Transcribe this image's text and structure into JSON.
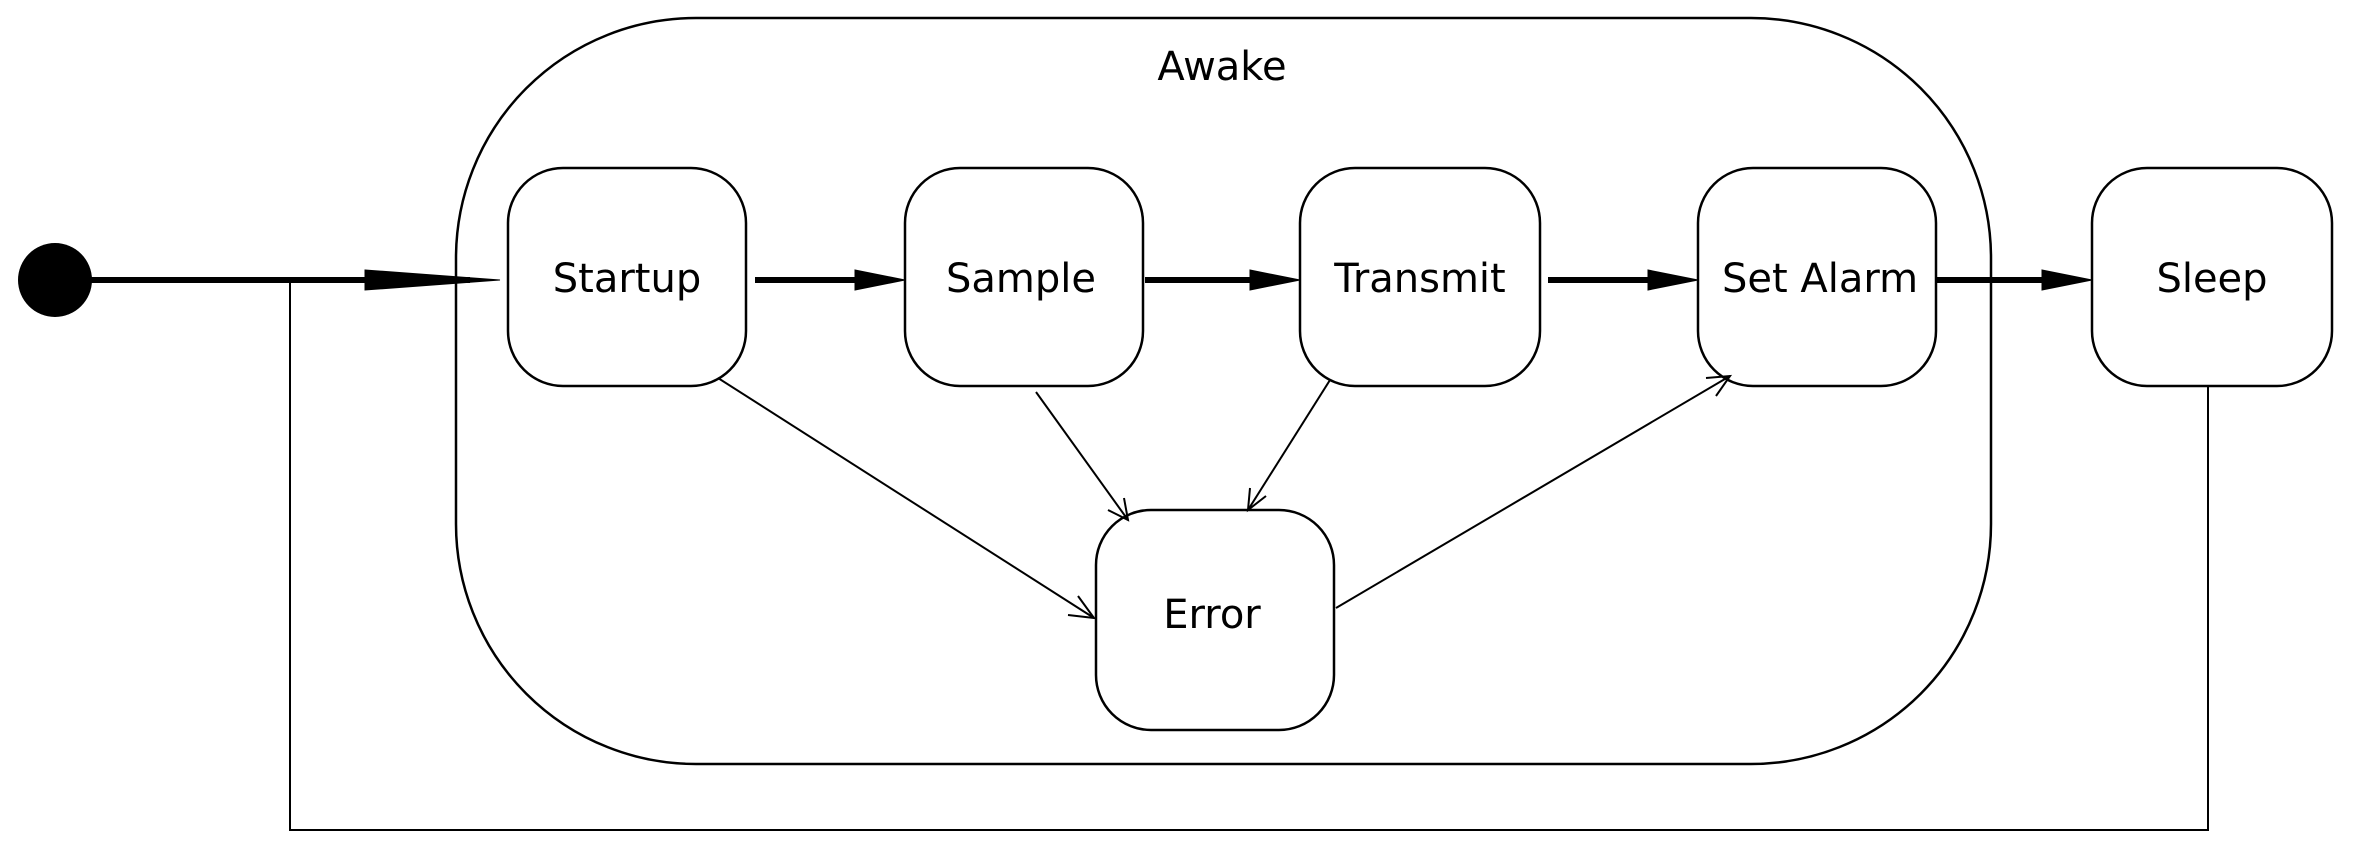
{
  "diagram": {
    "composite_label": "Awake",
    "states": {
      "startup": "Startup",
      "sample": "Sample",
      "transmit": "Transmit",
      "set_alarm": "Set Alarm",
      "error": "Error",
      "sleep": "Sleep"
    },
    "transitions": [
      {
        "from": "initial",
        "to": "Awake"
      },
      {
        "from": "Startup",
        "to": "Sample"
      },
      {
        "from": "Sample",
        "to": "Transmit"
      },
      {
        "from": "Transmit",
        "to": "Set Alarm"
      },
      {
        "from": "Set Alarm",
        "to": "Sleep"
      },
      {
        "from": "Startup",
        "to": "Error"
      },
      {
        "from": "Sample",
        "to": "Error"
      },
      {
        "from": "Transmit",
        "to": "Error"
      },
      {
        "from": "Error",
        "to": "Set Alarm"
      },
      {
        "from": "Sleep",
        "to": "Awake"
      }
    ]
  }
}
